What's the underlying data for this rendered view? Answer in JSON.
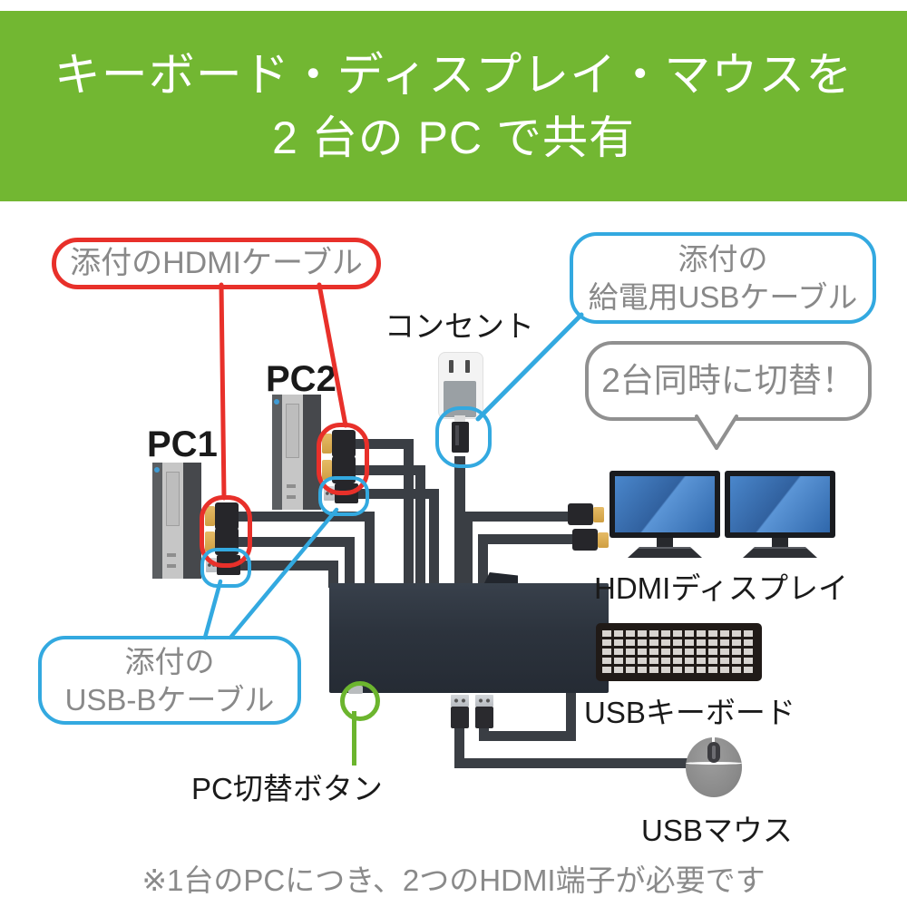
{
  "header": {
    "line1": "キーボード・ディスプレイ・マウスを",
    "line2": "2 台の PC で共有"
  },
  "callouts": {
    "hdmi_cable": "添付のHDMIケーブル",
    "power_usb_line1": "添付の",
    "power_usb_line2": "給電用USBケーブル",
    "simultaneous_switch": "2台同時に切替！",
    "usb_b_line1": "添付の",
    "usb_b_line2": "USB-Bケーブル"
  },
  "labels": {
    "pc1": "PC1",
    "pc2": "PC2",
    "outlet": "コンセント",
    "display": "HDMIディスプレイ",
    "keyboard": "USBキーボード",
    "mouse": "USBマウス",
    "switch_button": "PC切替ボタン",
    "footnote": "※1台のPCにつき、2つのHDMI端子が必要です"
  },
  "colors": {
    "header_green": "#72b732",
    "highlight_red": "#e8302a",
    "highlight_blue": "#33a9e0",
    "callout_gray": "#909090",
    "callout_text_gray": "#898989",
    "button_green": "#6cb52e"
  }
}
